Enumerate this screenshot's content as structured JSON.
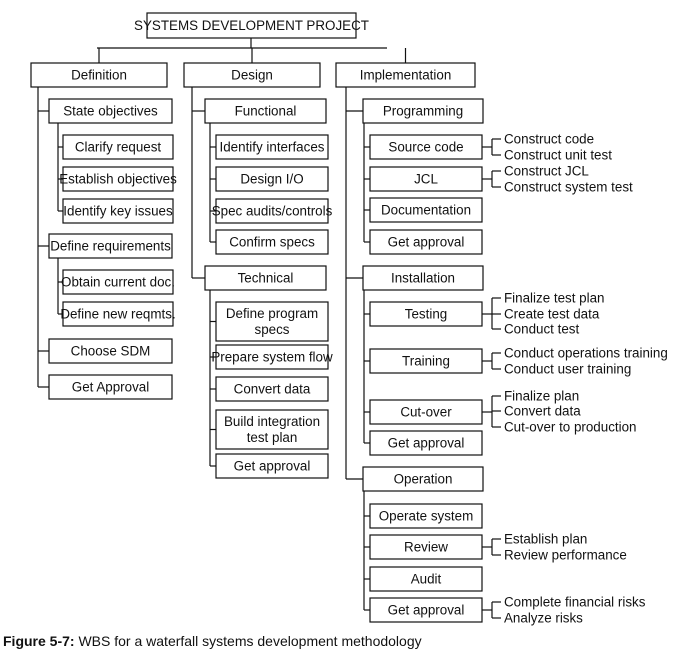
{
  "root": "SYSTEMS DEVELOPMENT PROJECT",
  "phases": {
    "definition": {
      "label": "Definition",
      "items": {
        "state_objectives": {
          "label": "State objectives",
          "children": [
            "Clarify request",
            "Establish objectives",
            "Identify key issues"
          ]
        },
        "define_requirements": {
          "label": "Define requirements",
          "children": [
            "Obtain current doc.",
            "Define new reqmts."
          ]
        },
        "choose_sdm": "Choose SDM",
        "get_approval": "Get Approval"
      }
    },
    "design": {
      "label": "Design",
      "items": {
        "functional": {
          "label": "Functional",
          "children": [
            "Identify interfaces",
            "Design I/O",
            "Spec audits/controls",
            "Confirm specs"
          ]
        },
        "technical": {
          "label": "Technical",
          "children": [
            [
              "Define program",
              "specs"
            ],
            "Prepare system flow",
            "Convert data",
            [
              "Build integration",
              "test plan"
            ],
            "Get approval"
          ]
        }
      }
    },
    "implementation": {
      "label": "Implementation",
      "items": {
        "programming": {
          "label": "Programming",
          "children": [
            {
              "label": "Source code",
              "tasks": [
                "Construct code",
                "Construct unit test"
              ]
            },
            {
              "label": "JCL",
              "tasks": [
                "Construct JCL",
                "Construct system test"
              ]
            },
            {
              "label": "Documentation",
              "tasks": []
            },
            {
              "label": "Get approval",
              "tasks": []
            }
          ]
        },
        "installation": {
          "label": "Installation",
          "children": [
            {
              "label": "Testing",
              "tasks": [
                "Finalize test plan",
                "Create test data",
                "Conduct test"
              ]
            },
            {
              "label": "Training",
              "tasks": [
                "Conduct operations training",
                "Conduct user training"
              ]
            },
            {
              "label": "Cut-over",
              "tasks": [
                "Finalize plan",
                "Convert data",
                "Cut-over to production"
              ]
            },
            {
              "label": "Get approval",
              "tasks": []
            }
          ]
        },
        "operation": {
          "label": "Operation",
          "children": [
            {
              "label": "Operate system",
              "tasks": []
            },
            {
              "label": "Review",
              "tasks": [
                "Establish plan",
                "Review performance"
              ]
            },
            {
              "label": "Audit",
              "tasks": []
            },
            {
              "label": "Get approval",
              "tasks": [
                "Complete financial risks",
                "Analyze risks"
              ]
            }
          ]
        }
      }
    }
  },
  "caption": {
    "label": "Figure 5-7:",
    "text": "WBS for a waterfall systems development methodology"
  }
}
